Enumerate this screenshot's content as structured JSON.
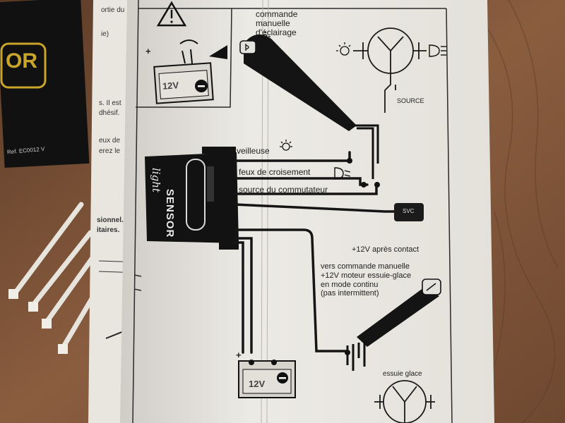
{
  "labels": {
    "manual_light_control": "commande manuelle d'éclairage",
    "source": "SOURCE",
    "veilleuse": "veilleuse",
    "feux_croisement": "feux de croisement",
    "source_commutateur": "source du commutateur",
    "svc": "SVC",
    "plus12_after_contact": "+12V après contact",
    "wiper_control_1": "vers commande manuelle",
    "wiper_control_2": "+12V moteur essuie-glace",
    "wiper_control_3": "en mode continu",
    "wiper_control_4": "(pas intermittent)",
    "essuie_glace": "essuie glace",
    "battery_voltage": "12V",
    "battery_top_voltage": "12V",
    "plus_sign": "+",
    "minus_sign": "−"
  },
  "sensor_box": {
    "brand": "SENSOR",
    "script": "light"
  },
  "left_page_fragments": {
    "f1": "ortie du",
    "f2": "ie)",
    "f3": "s. Il est",
    "f4": "dhésif.",
    "f5": "eux de",
    "f6": "erez le",
    "f7": "sionnel.",
    "f8": "itaires."
  },
  "product_box": {
    "logo": "OR",
    "ref": "Ref. EC0012 V"
  },
  "colors": {
    "wood": "#7a5238",
    "paper": "#ecebe6",
    "ink": "#1c1c1c",
    "box": "#151515"
  }
}
